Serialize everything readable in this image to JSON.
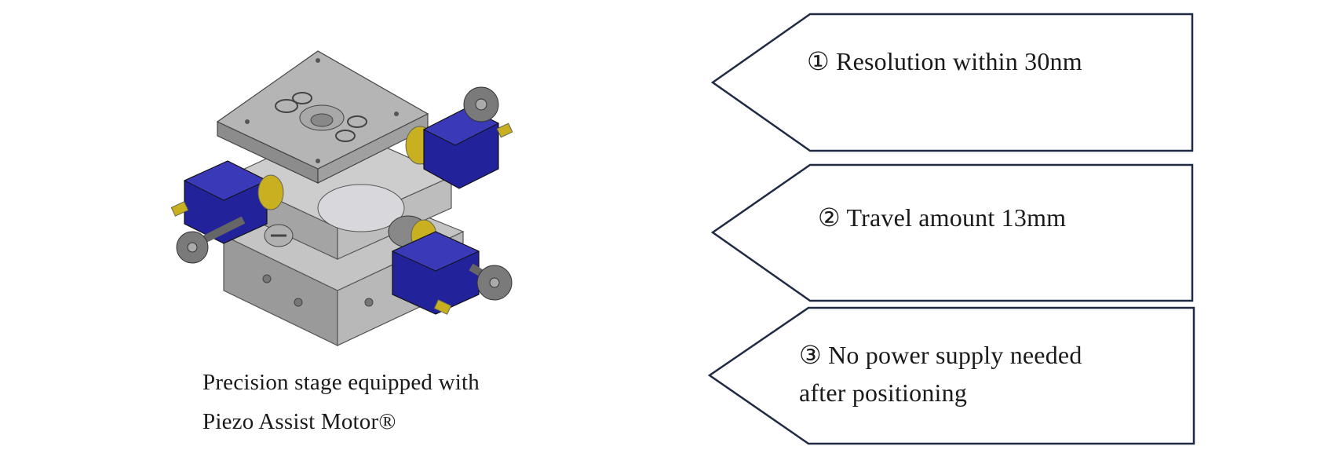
{
  "figure": {
    "illustration_name": "precision-stage-illustration",
    "caption_line1": "Precision stage equipped with",
    "caption_line2": "Piezo Assist Motor®"
  },
  "callouts": [
    {
      "text_line1": "① Resolution within 30nm",
      "text_line2": ""
    },
    {
      "text_line1": "② Travel amount 13mm",
      "text_line2": ""
    },
    {
      "text_line1": "③ No power supply needed",
      "text_line2": "after positioning"
    }
  ],
  "colors": {
    "callout_border": "#1f2a44",
    "motor_blue": "#22229a",
    "stage_gray": "#a9a9a9",
    "brass": "#c8b020"
  }
}
